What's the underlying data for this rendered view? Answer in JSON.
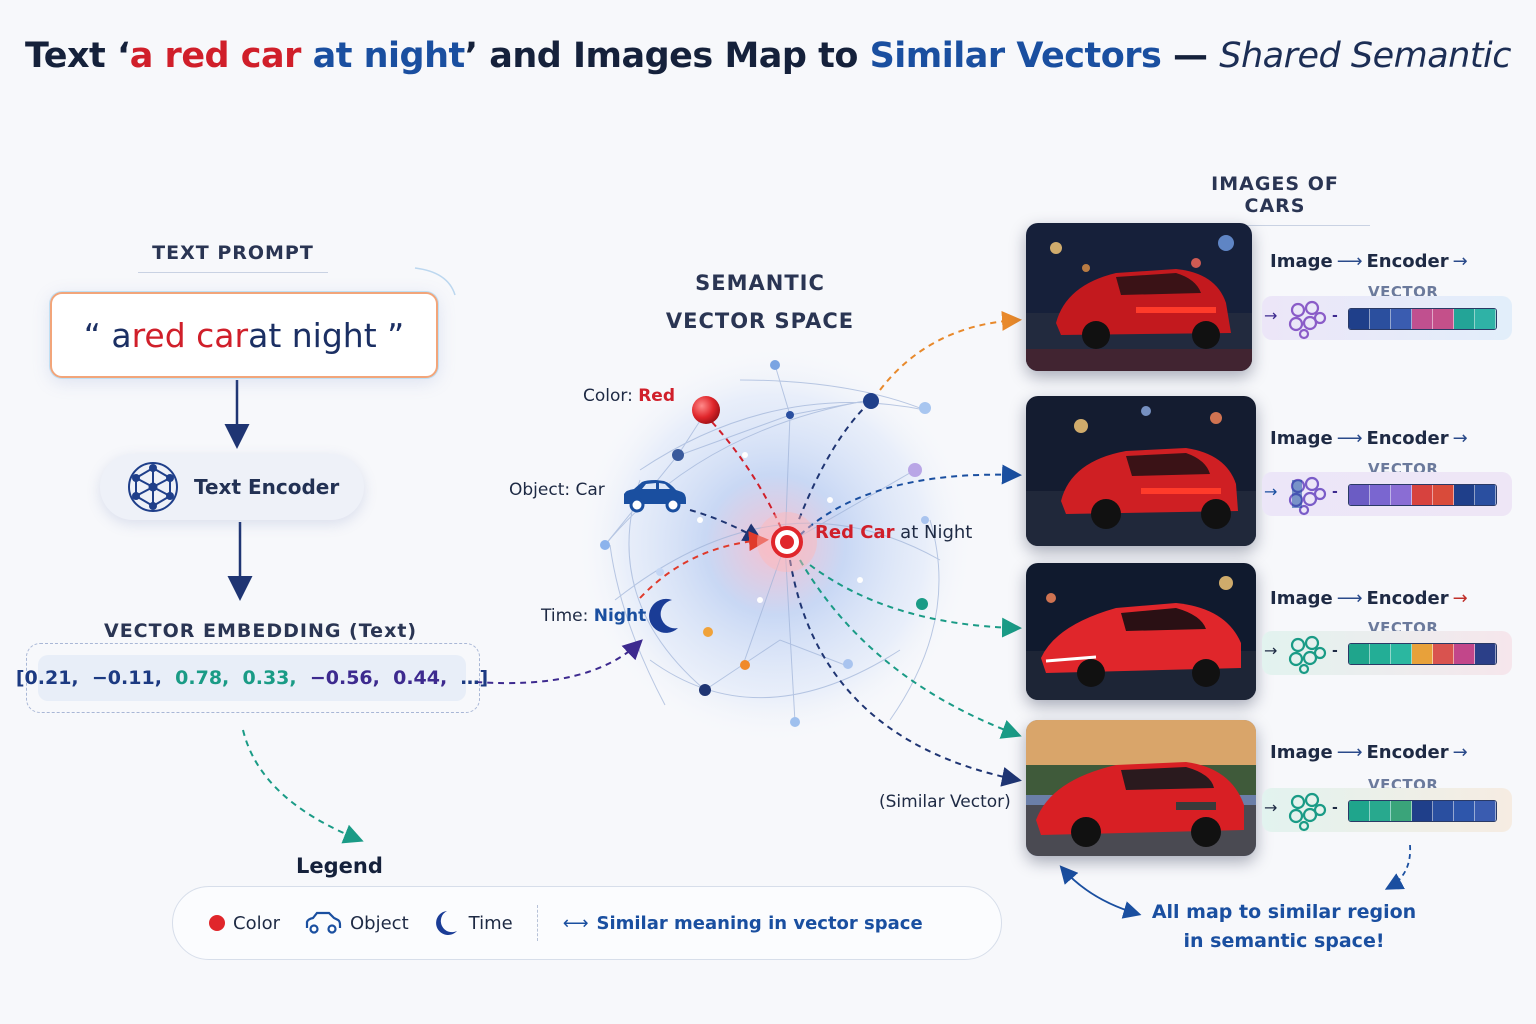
{
  "title": {
    "part1": "Text ‘",
    "red": "a red car",
    "blue": "at night",
    "part2": "’ and Images Map to ",
    "similar": "Similar Vectors",
    "dash": " — ",
    "italic": "Shared Semantic"
  },
  "text_prompt": {
    "heading": "TEXT PROMPT",
    "open_quote": "“",
    "word_a": "a ",
    "red_car": "red car",
    "rest": " at night",
    "close_quote": "”"
  },
  "text_encoder": {
    "label": "Text Encoder",
    "icon": "neural-network-icon"
  },
  "vector_embedding": {
    "heading": "VECTOR EMBEDDING (Text)",
    "open": "[0.21,",
    "v2": "−0.11,",
    "v3": "0.78,",
    "v4": "0.33,",
    "v5": "−0.56,",
    "v6": "0.44,",
    "close": "…]"
  },
  "semantic_space": {
    "heading_line1": "SEMANTIC",
    "heading_line2": "VECTOR SPACE",
    "color_label": "Color: ",
    "color_value": "Red",
    "object_label": "Object: Car",
    "time_label": "Time: ",
    "time_value": "Night",
    "center_red": "Red Car",
    "center_rest": " at Night",
    "similar_vector": "(Similar Vector)"
  },
  "images": {
    "heading": "IMAGES OF CARS",
    "cards": [
      {
        "image": "Image",
        "encoder": "Encoder",
        "vector": "VECTOR",
        "colors": [
          "#1f3f8a",
          "#2b4f9e",
          "#3a5cb0",
          "#c0508f",
          "#c4508a",
          "#23a497",
          "#2fb2a6"
        ]
      },
      {
        "image": "Image",
        "encoder": "Encoder",
        "vector": "VECTOR",
        "colors": [
          "#6b5cc4",
          "#7a66d0",
          "#8a6dd4",
          "#d7423e",
          "#d94b3a",
          "#1f3f8a",
          "#2a4fa0"
        ]
      },
      {
        "image": "Image",
        "encoder": "Encoder",
        "vector": "VECTOR",
        "colors": [
          "#1fa58c",
          "#23ae96",
          "#2bb7a0",
          "#e8a13a",
          "#d9534f",
          "#c2468a",
          "#2b3f88"
        ]
      },
      {
        "image": "Image",
        "encoder": "Encoder",
        "vector": "VECTOR",
        "colors": [
          "#1fa58c",
          "#28a98e",
          "#3aa47a",
          "#1f3f8a",
          "#2a4fa0",
          "#2e56ab",
          "#3a5cb0"
        ]
      }
    ]
  },
  "legend": {
    "title": "Legend",
    "color": "Color",
    "object": "Object",
    "time": "Time",
    "similar": "Similar meaning in vector space"
  },
  "note": {
    "line1": "All map to similar region",
    "line2": "in semantic space!"
  },
  "colors": {
    "red": "#d01f2a",
    "blue": "#1a4fa0",
    "navy": "#15213b",
    "orange_link": "#e8892b",
    "teal_link": "#1a9b86",
    "purple_link": "#3d2a8f"
  }
}
